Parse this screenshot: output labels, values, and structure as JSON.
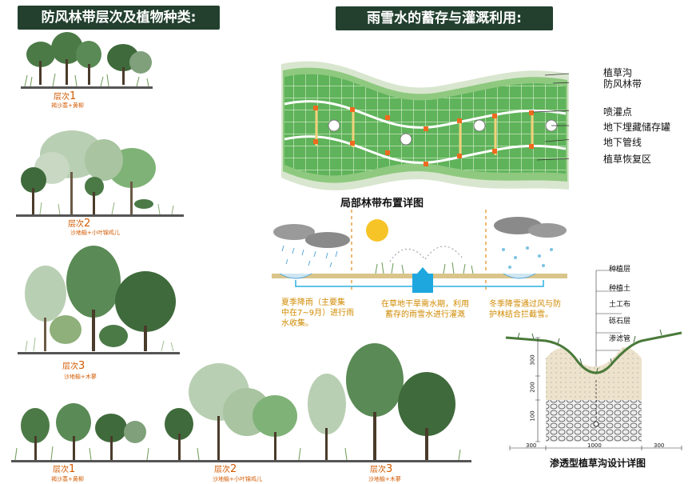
{
  "left_title": "防风林带层次及植物种类:",
  "right_title": "雨雪水的蓄存与灌溉利用:",
  "plan_labels": [
    "植草沟",
    "防风林带",
    "喷灌点",
    "地下埋藏储存罐",
    "地下管线",
    "植草恢复区"
  ],
  "plan_caption": "局部林带布置详图",
  "seasons": [
    {
      "text_lines": [
        "夏季降雨（主要集",
        "中在7~9月）进行雨",
        "水收集。"
      ]
    },
    {
      "text_lines": [
        "在草地干旱需水期，利用",
        "蓄存的雨雪水进行灌溉"
      ]
    },
    {
      "text_lines": [
        "冬季降雪通过风与防",
        "护林结合拦截雪。"
      ]
    }
  ],
  "cross_section": {
    "layers": [
      "种植层",
      "种植土",
      "土工布",
      "砾石层",
      "渗滤管"
    ],
    "dims_vertical": [
      "300",
      "200",
      "100"
    ],
    "dims_horizontal": [
      "300",
      "1000",
      "300"
    ],
    "caption": "渗透型植草沟设计详图"
  },
  "layers": [
    {
      "title": "层次",
      "num": "1",
      "species": "褐沙蒿+黄柳"
    },
    {
      "title": "层次",
      "num": "2",
      "species": "沙地榆+小叶锦鸡儿"
    },
    {
      "title": "层次",
      "num": "3",
      "species": "沙地榆+木蓼"
    }
  ],
  "bottom_layers": [
    {
      "title": "层次",
      "num": "1",
      "species": "褐沙蒿+黄柳"
    },
    {
      "title": "层次",
      "num": "2",
      "species": "沙地榆+小叶锦鸡儿"
    },
    {
      "title": "层次",
      "num": "3",
      "species": "沙地榆+木蓼"
    }
  ]
}
